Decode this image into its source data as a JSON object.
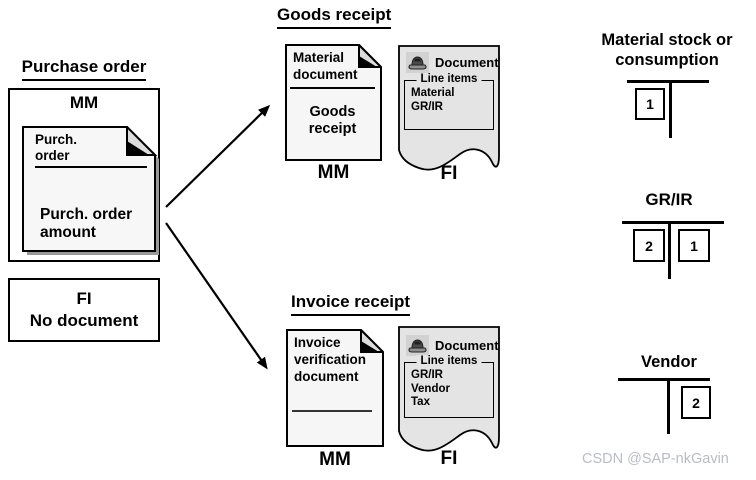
{
  "purchase_order": {
    "title": "Purchase order",
    "module_label": "MM",
    "doc": {
      "header_line1": "Purch.",
      "header_line2": "order",
      "body_line1": "Purch. order",
      "body_line2": "amount"
    },
    "fi_box": {
      "module_label": "FI",
      "text": "No document"
    }
  },
  "goods_receipt": {
    "title": "Goods receipt",
    "mm_doc": {
      "header_line1": "Material",
      "header_line2": "document",
      "body_line1": "Goods",
      "body_line2": "receipt"
    },
    "mm_label": "MM",
    "fi_doc": {
      "title": "Document",
      "line_items_label": "Line items",
      "items": [
        "Material",
        "GR/IR"
      ]
    },
    "fi_label": "FI"
  },
  "invoice_receipt": {
    "title": "Invoice receipt",
    "mm_doc": {
      "lines": [
        "Invoice",
        "verification",
        "document"
      ]
    },
    "mm_label": "MM",
    "fi_doc": {
      "title": "Document",
      "line_items_label": "Line items",
      "items": [
        "GR/IR",
        "Vendor",
        "Tax"
      ]
    },
    "fi_label": "FI"
  },
  "t_accounts": {
    "material_stock": {
      "title_line1": "Material stock or",
      "title_line2": "consumption",
      "debit_entries": [
        "1"
      ],
      "credit_entries": []
    },
    "gr_ir": {
      "title": "GR/IR",
      "debit_entries": [
        "2"
      ],
      "credit_entries": [
        "1"
      ]
    },
    "vendor": {
      "title": "Vendor",
      "debit_entries": [],
      "credit_entries": [
        "2"
      ]
    }
  },
  "watermark": "CSDN @SAP-nkGavin",
  "colors": {
    "fi_doc_fill": "#e4e4e4",
    "fold_fill": "#dcdcdc",
    "shadow": "#9a9a9a",
    "watermark": "#b9bdc2",
    "icon_bg": "#d2d2d2",
    "icon_glyph": "#4a4a4a"
  }
}
